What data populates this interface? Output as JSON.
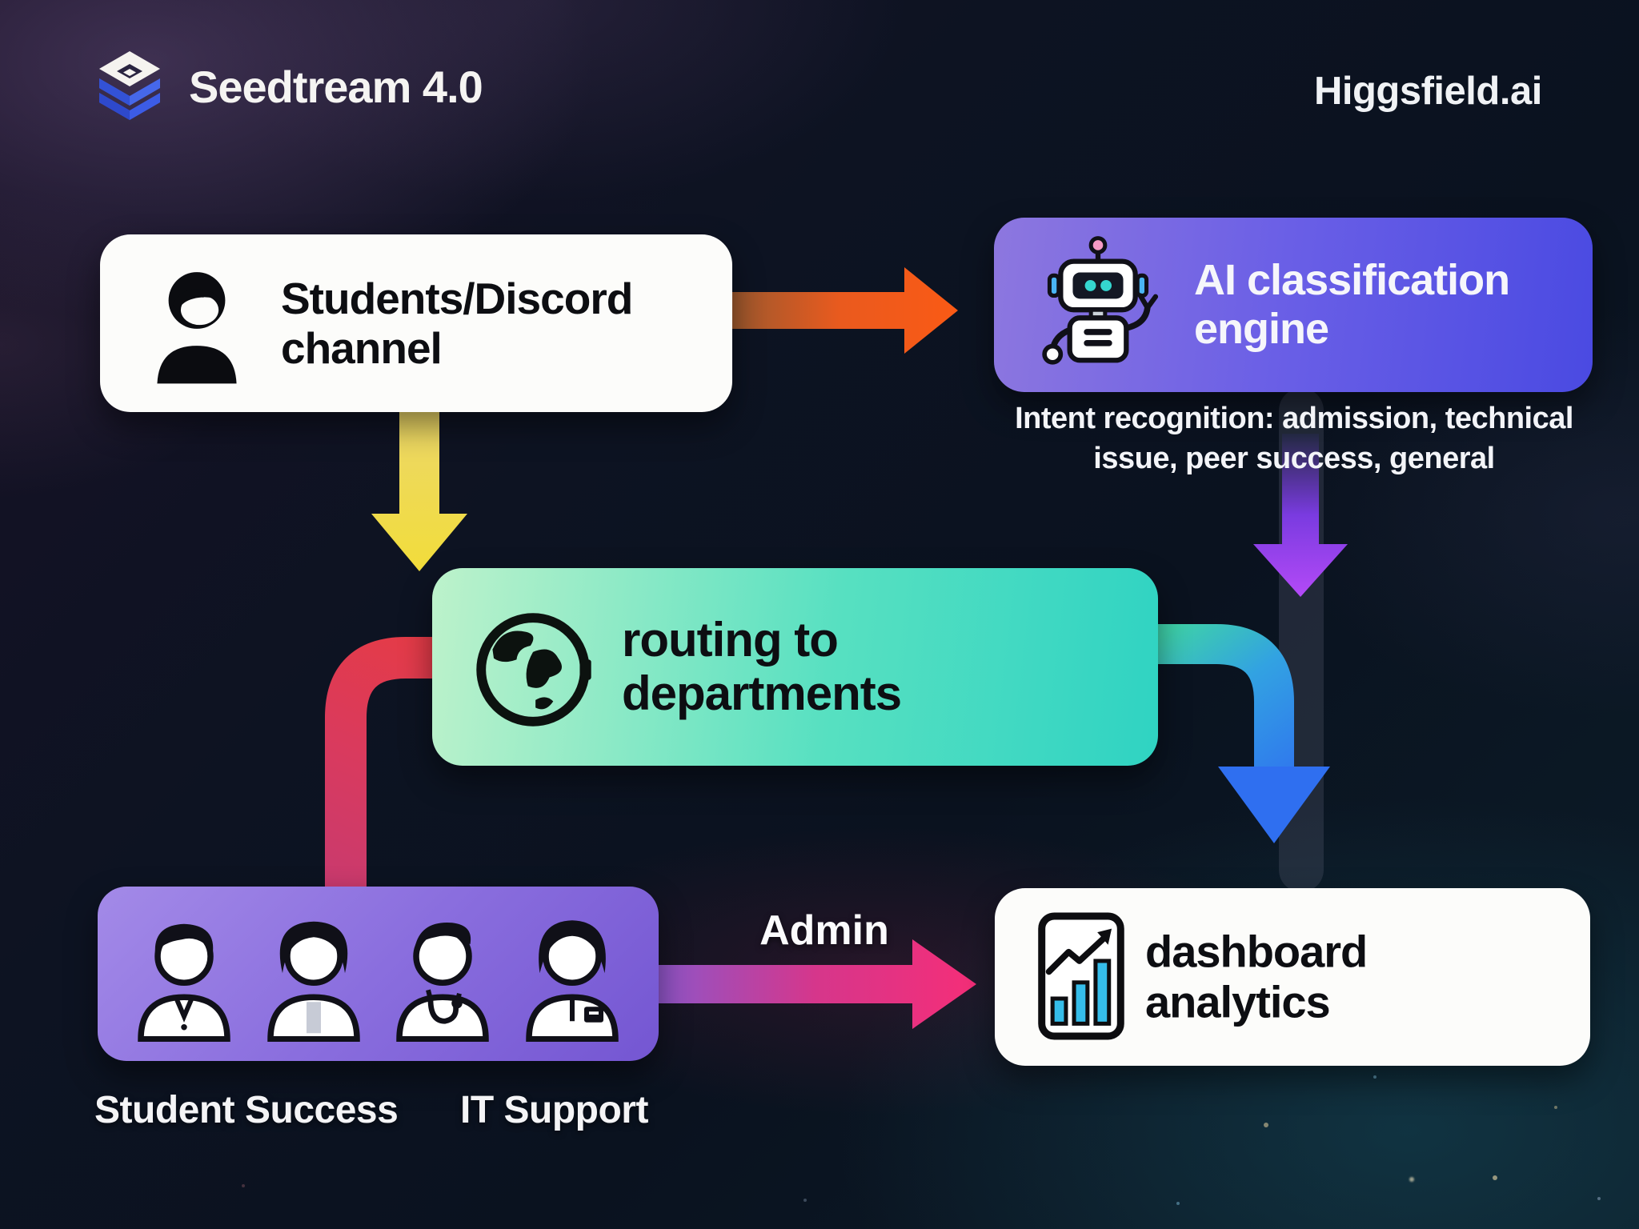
{
  "header": {
    "app_title": "Seedtream 4.0",
    "brand": "Higgsfield.ai"
  },
  "nodes": {
    "students": {
      "icon": "person-icon",
      "line1": "Students/Discord",
      "line2": "channel"
    },
    "ai_engine": {
      "icon": "robot-icon",
      "line1": "AI classification",
      "line2": "engine",
      "note_line1": "Intent recognition: admission, technical",
      "note_line2": "issue, peer success, general"
    },
    "routing": {
      "icon": "globe-icon",
      "line1": "routing to",
      "line2": "departments"
    },
    "departments": {
      "icons": [
        "male-agent-icon",
        "female-agent-icon",
        "doctor-agent-icon",
        "professional-agent-icon"
      ],
      "label_left": "Student Success",
      "label_right": "IT Support"
    },
    "dashboard": {
      "icon": "bar-chart-icon",
      "line1": "dashboard",
      "line2": "analytics"
    }
  },
  "edges": {
    "admin_label": "Admin",
    "colors": {
      "students_to_ai": "#fa5a15",
      "students_to_routing": "#f2dd3a",
      "ai_to_routing": "#b44af7",
      "routing_to_student_success": "#d93a5e",
      "routing_to_dashboard": "#2f6ff0",
      "departments_to_dashboard": "#f52e78"
    }
  },
  "colors": {
    "background": "#0c1420",
    "students_box": "#fcfcfa",
    "ai_box_gradient": [
      "#8d77df",
      "#4a4ae2"
    ],
    "routing_box_gradient": [
      "#bdf2cb",
      "#2fd3c2"
    ],
    "departments_box_gradient": [
      "#a38ae8",
      "#7456d2"
    ],
    "dashboard_box": "#fcfcfa"
  }
}
